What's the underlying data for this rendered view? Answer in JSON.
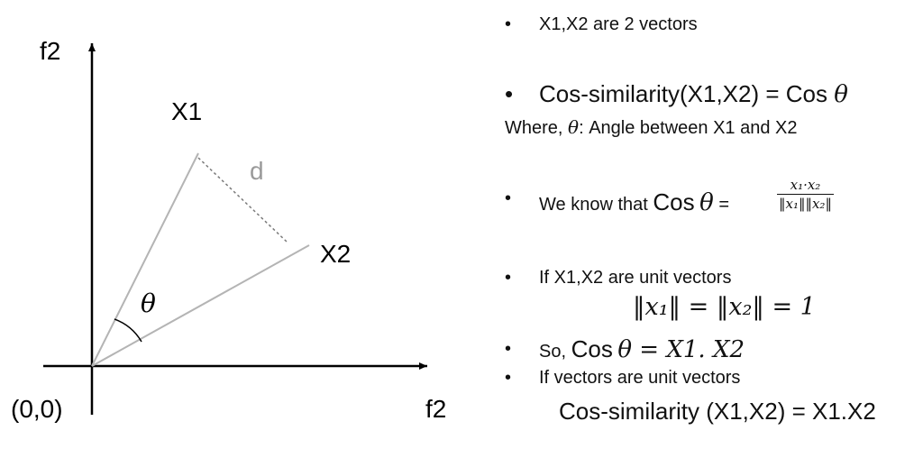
{
  "diagram": {
    "y_axis_label": "f2",
    "x_axis_label": "f2",
    "origin_label": "(0,0)",
    "vector1_label": "X1",
    "vector2_label": "X2",
    "distance_label": "d",
    "angle_label": "θ",
    "colors": {
      "axis": "#000000",
      "vector": "#b4b4b4",
      "dashed": "#7a7a7a",
      "distance_label": "#9a9a9a"
    }
  },
  "notes": {
    "b1": "X1,X2 are 2 vectors",
    "b2_prefix": "Cos-similarity(X1,X2) = Cos ",
    "theta": "θ",
    "where_prefix": "Where, ",
    "where_suffix": ": Angle between X1 and X2",
    "b3_prefix": "We know that ",
    "cos": "Cos",
    "equals": " =",
    "frac_num": "x₁·x₂",
    "frac_den": "‖x₁‖‖x₂‖",
    "b4": "If X1,X2 are unit vectors",
    "unit_norm_eq": "‖x₁‖ = ‖x₂‖ = 1",
    "so_prefix": "So, ",
    "so_eq": " = X1. X2",
    "b6": "If vectors are unit vectors",
    "final": "Cos-similarity (X1,X2) = X1.X2",
    "bullet": "•"
  }
}
